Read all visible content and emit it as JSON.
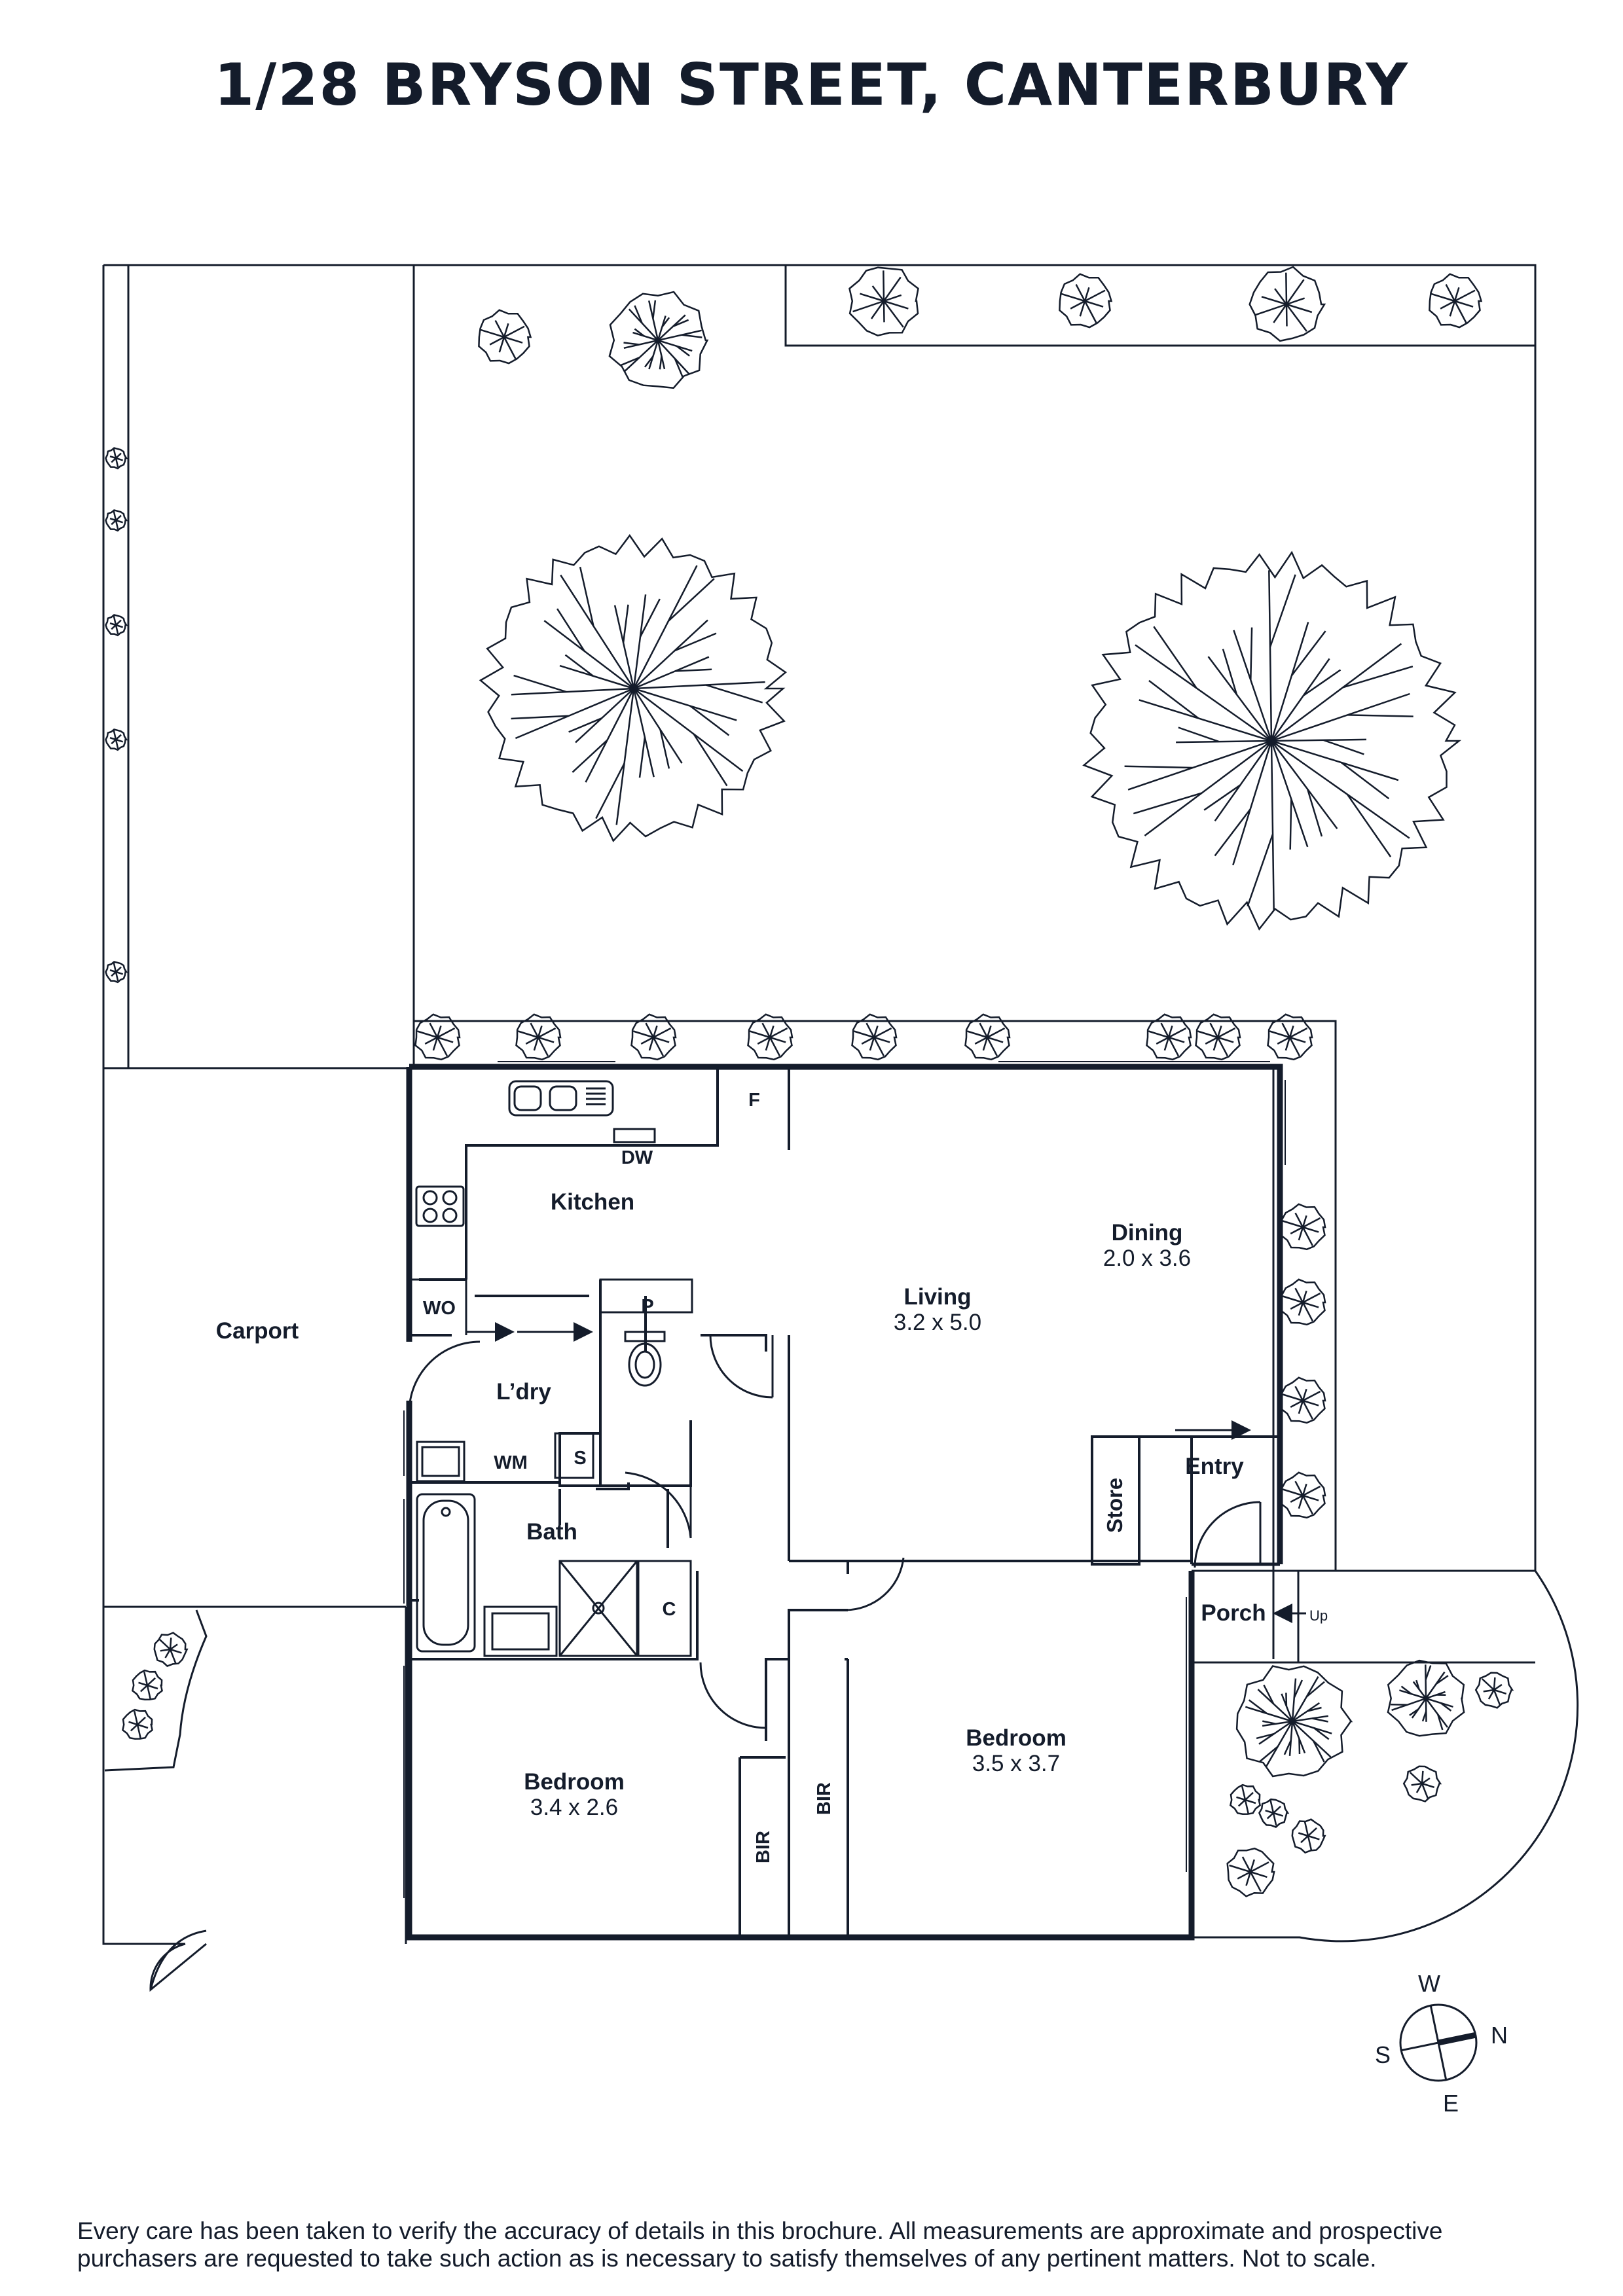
{
  "title": "1/28 BRYSON STREET, CANTERBURY",
  "rooms": {
    "kitchen": {
      "name": "Kitchen"
    },
    "living": {
      "name": "Living",
      "size": "3.2 x 5.0"
    },
    "dining": {
      "name": "Dining",
      "size": "2.0 x 3.6"
    },
    "laundry": {
      "name": "L’dry"
    },
    "bath": {
      "name": "Bath"
    },
    "entry": {
      "name": "Entry"
    },
    "store": {
      "name": "Store"
    },
    "porch": {
      "name": "Porch"
    },
    "carport": {
      "name": "Carport"
    },
    "bedroom1": {
      "name": "Bedroom",
      "size": "3.4 x 2.6"
    },
    "bedroom2": {
      "name": "Bedroom",
      "size": "3.5 x 3.7"
    }
  },
  "fixtures": {
    "fridge": "F",
    "dishwasher": "DW",
    "wall_oven": "WO",
    "pantry": "P",
    "washing_machine": "WM",
    "storage": "S",
    "cupboard": "C",
    "bir1": "BIR",
    "bir2": "BIR",
    "up": "Up"
  },
  "compass": {
    "north": "N",
    "south": "S",
    "east": "E",
    "west": "W"
  },
  "disclaimer": "Every care has been taken to verify the accuracy of details in this brochure. All measurements are approximate and prospective purchasers are requested to take such action as is necessary to satisfy themselves of any pertinent matters. Not to scale.",
  "colors": {
    "ink": "#141c2b",
    "background": "#ffffff"
  }
}
